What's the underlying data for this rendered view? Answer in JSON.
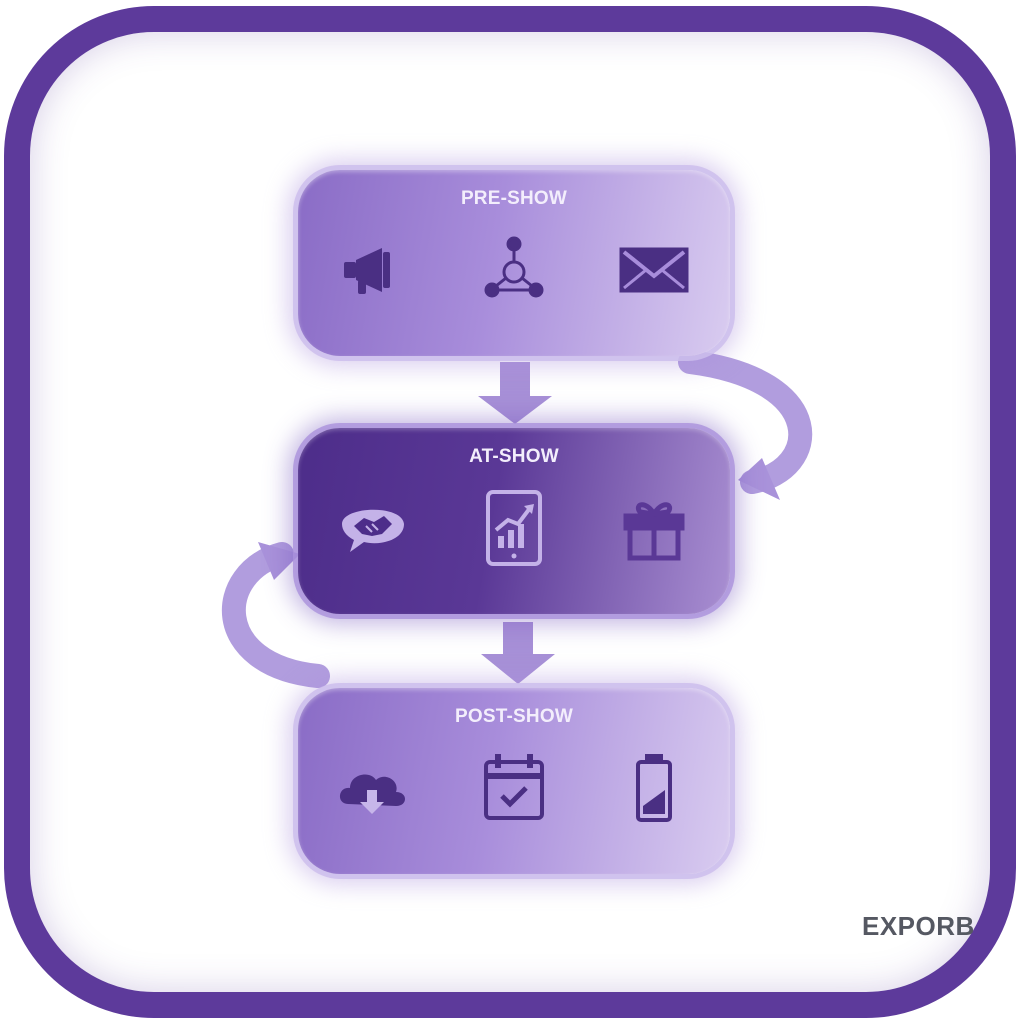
{
  "stages": [
    {
      "label": "PRE-SHOW",
      "icons": [
        "megaphone-icon",
        "network-icon",
        "envelope-icon"
      ]
    },
    {
      "label": "AT-SHOW",
      "icons": [
        "handshake-chat-icon",
        "tablet-chart-icon",
        "gift-icon"
      ]
    },
    {
      "label": "POST-SHOW",
      "icons": [
        "cloud-download-icon",
        "calendar-check-icon",
        "battery-icon"
      ]
    }
  ],
  "brand": "EXPORB",
  "colors": {
    "frame": "#5d3a9b",
    "light_card": "#a88ddb",
    "dark_card": "#4d2d8a",
    "icon": "#4a2f83",
    "arrow": "#a48bd6"
  }
}
